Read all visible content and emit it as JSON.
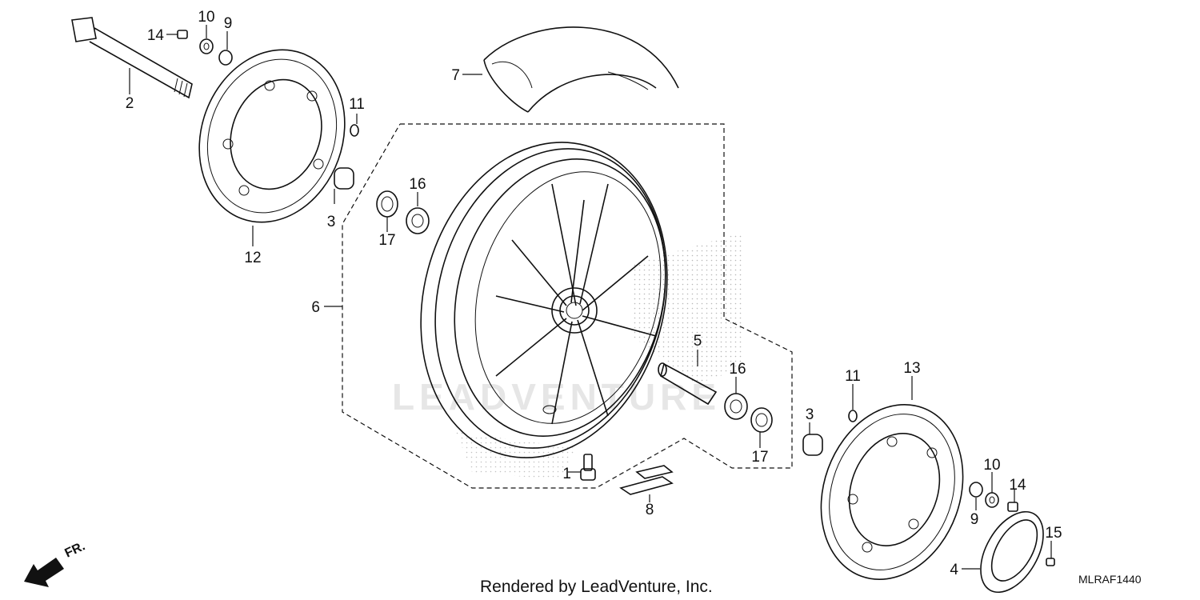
{
  "watermark": "LEADVENTURE",
  "credit": "Rendered by LeadVenture, Inc.",
  "diagram_code": "MLRAF1440",
  "direction_label": "FR.",
  "callouts": {
    "c1": "1",
    "c2": "2",
    "c3a": "3",
    "c3b": "3",
    "c4": "4",
    "c5": "5",
    "c6": "6",
    "c7": "7",
    "c8": "8",
    "c9a": "9",
    "c9b": "9",
    "c10a": "10",
    "c10b": "10",
    "c11a": "11",
    "c11b": "11",
    "c12": "12",
    "c13": "13",
    "c14a": "14",
    "c14b": "14",
    "c15": "15",
    "c16a": "16",
    "c16b": "16",
    "c17a": "17",
    "c17b": "17"
  }
}
